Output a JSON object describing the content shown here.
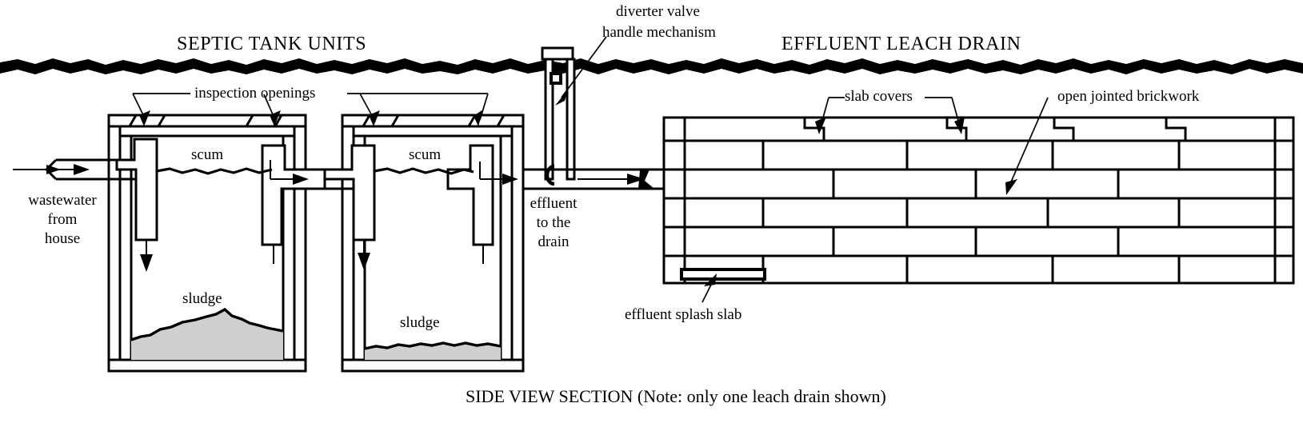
{
  "diagram": {
    "titles": {
      "left": "SEPTIC TANK UNITS",
      "right": "EFFLUENT LEACH DRAIN"
    },
    "caption": "SIDE VIEW SECTION (Note: only one leach drain shown)",
    "labels": {
      "diverter_valve": "diverter valve",
      "handle_mechanism": "handle mechanism",
      "inspection_openings": "inspection openings",
      "slab_covers": "slab covers",
      "open_jointed_brickwork": "open jointed brickwork",
      "scum_1": "scum",
      "scum_2": "scum",
      "sludge_1": "sludge",
      "sludge_2": "sludge",
      "wastewater_line1": "wastewater",
      "wastewater_line2": "from",
      "wastewater_line3": "house",
      "effluent_line1": "effluent",
      "effluent_line2": "to the",
      "effluent_line3": "drain",
      "effluent_splash_slab": "effluent splash slab"
    },
    "colors": {
      "ink": "#000000",
      "sludge_fill": "#cfcfcf",
      "background": "#ffffff"
    },
    "components": [
      "ground-line",
      "septic-tank-chamber-1",
      "septic-tank-chamber-2",
      "inlet-pipe",
      "inlet-baffle",
      "transfer-baffle",
      "outlet-baffle",
      "diverter-valve-shaft",
      "effluent-outlet-pipe",
      "leach-drain-brickwork",
      "slab-covers",
      "effluent-splash-slab"
    ]
  }
}
